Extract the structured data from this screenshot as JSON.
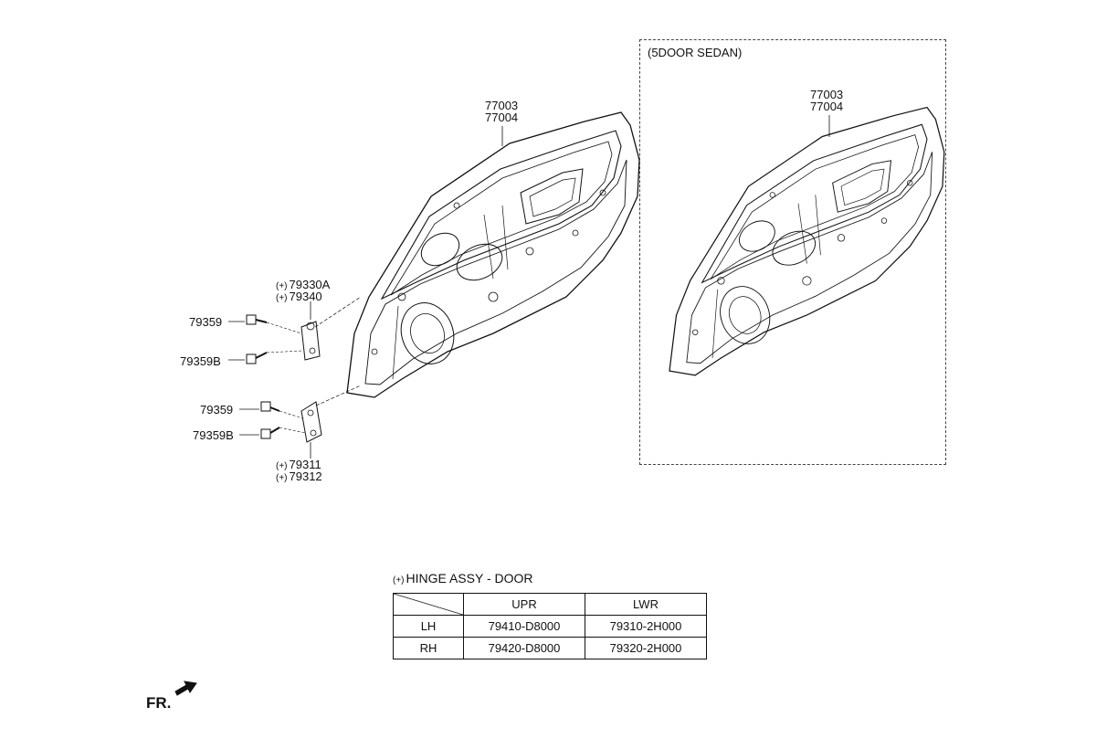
{
  "main_door": {
    "part_numbers": [
      "77003",
      "77004"
    ],
    "upper_hinge": {
      "mark": "(+)",
      "labels": [
        "79330A",
        "79340"
      ],
      "bolt": "79359",
      "bolt_b": "79359B"
    },
    "lower_hinge": {
      "mark": "(+)",
      "labels": [
        "79311",
        "79312"
      ],
      "bolt": "79359",
      "bolt_b": "79359B"
    }
  },
  "variant": {
    "title": "(5DOOR SEDAN)",
    "part_numbers": [
      "77003",
      "77004"
    ]
  },
  "hinge_table": {
    "title": "HINGE ASSY - DOOR",
    "title_mark": "(+)",
    "columns": [
      "UPR",
      "LWR"
    ],
    "rows": [
      {
        "side": "LH",
        "upr": "79410-D8000",
        "lwr": "79310-2H000"
      },
      {
        "side": "RH",
        "upr": "79420-D8000",
        "lwr": "79320-2H000"
      }
    ]
  },
  "direction": {
    "label": "FR."
  }
}
